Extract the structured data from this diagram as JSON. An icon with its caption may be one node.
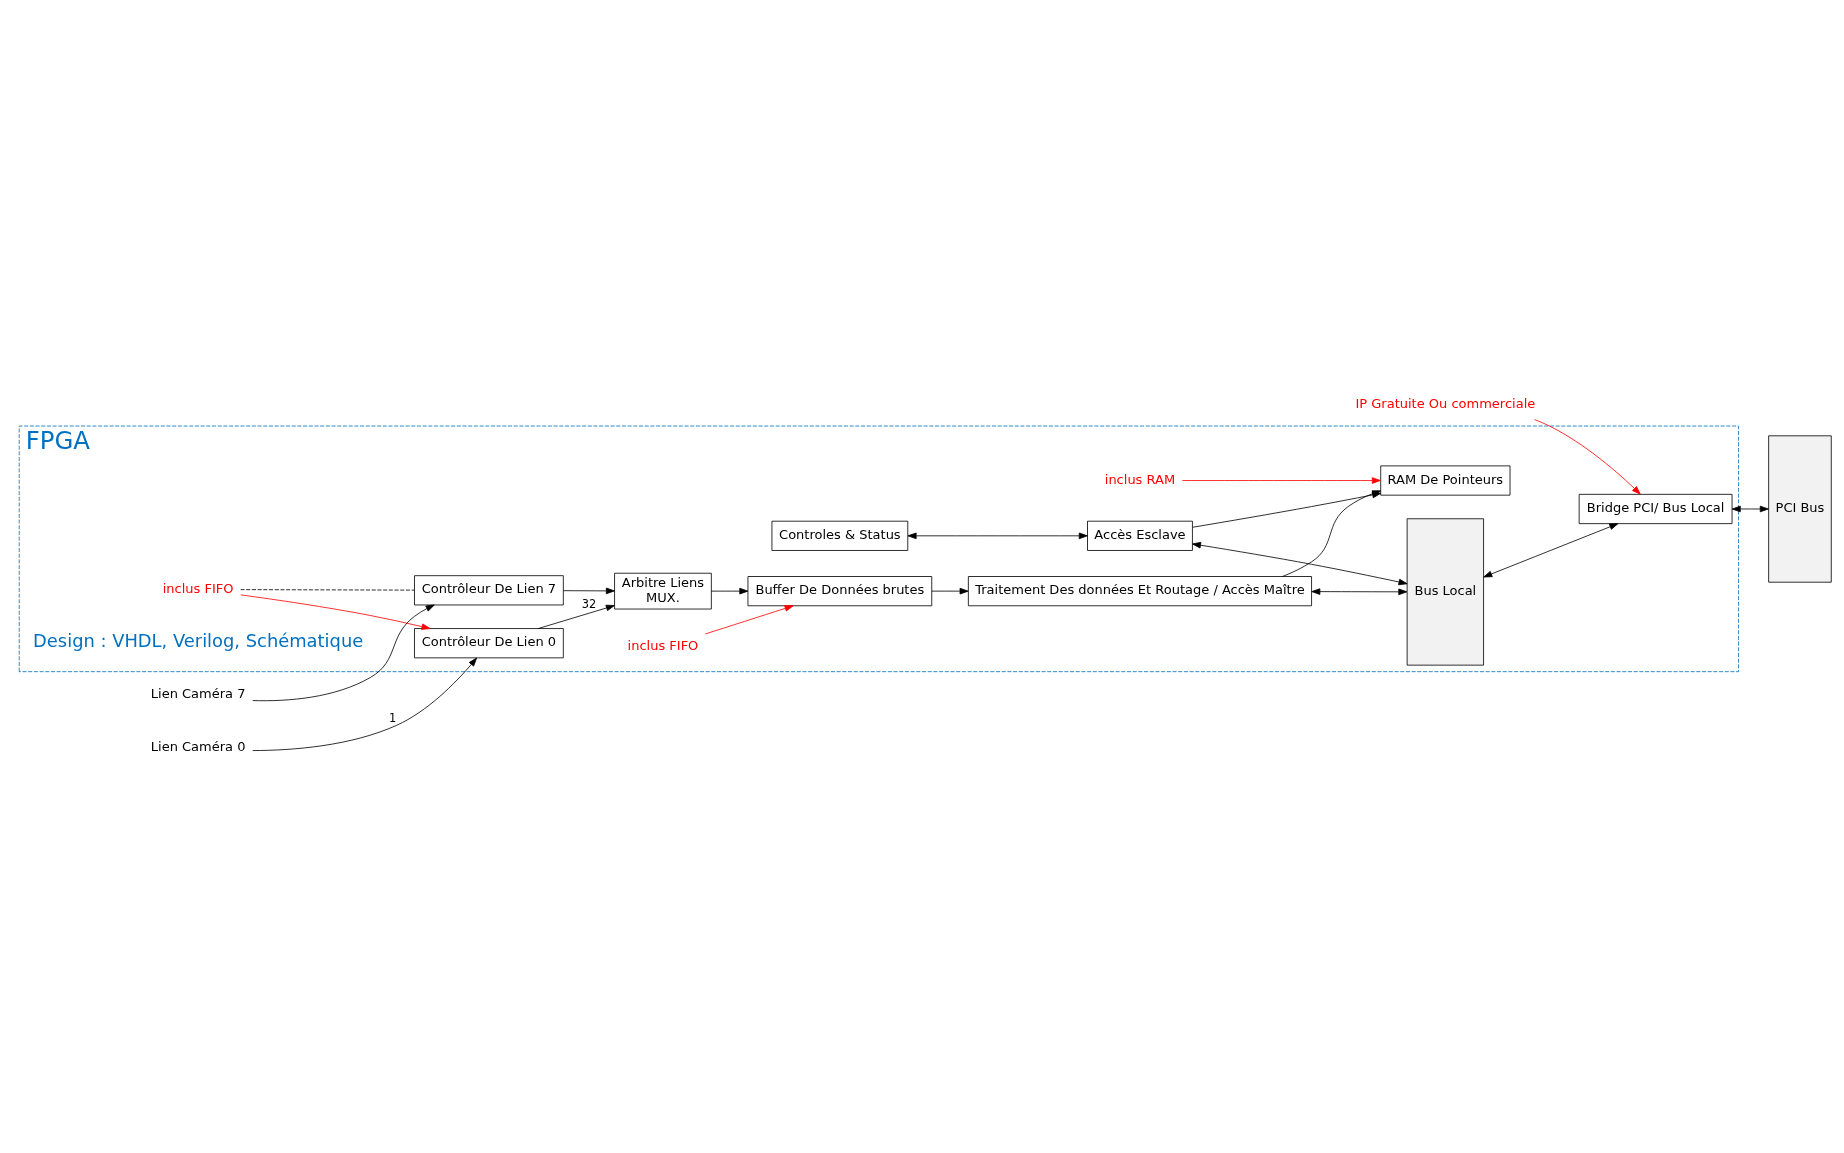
{
  "diagram": {
    "nodes": [
      {
        "text": [
          "FPGA"
        ]
      },
      {
        "text": [
          "Lien Caméra 0"
        ]
      },
      {
        "text": [
          "Contrôleur De Lien 0"
        ],
        "in": 0
      },
      {
        "text": [
          "inclus FIFO"
        ],
        "in": 0
      },
      {
        "text": [
          "Contrôleur De Lien 7"
        ],
        "in": 0
      },
      {
        "text": [
          "Lien Caméra 7"
        ]
      },
      {
        "text": [
          "Arbitre Liens",
          "MUX."
        ],
        "in": 0
      },
      {
        "text": [
          "inclus FIFO"
        ],
        "in": 0
      },
      {
        "text": [
          "Buffer De Données brutes"
        ],
        "in": 0
      },
      {
        "text": [
          "Traitement Des données Et Routage / Accès Maître"
        ],
        "in": 0
      },
      {
        "text": [
          "Bus Local"
        ],
        "in": 0
      },
      {
        "text": [
          "RAM De Pointeurs"
        ],
        "in": 0
      },
      {
        "text": [
          "inclus RAM"
        ],
        "in": 0
      },
      {
        "text": [
          "Controles & Status"
        ],
        "in": 0
      },
      {
        "text": [
          "Accès Esclave"
        ],
        "in": 0
      },
      {
        "text": [
          "Bridge PCI/ Bus Local"
        ],
        "in": 0
      },
      {
        "text": [
          "IP Gratuite Ou commerciale"
        ]
      },
      {
        "text": [
          "PCI Bus"
        ]
      }
    ],
    "edges": [
      {
        "from": 1,
        "to": 2,
        "arrow": "to",
        "label": "1"
      },
      {
        "from": 2,
        "to": 6,
        "arrow": "to",
        "label": "32"
      },
      {
        "from": 3,
        "to": 2,
        "arrow": "to",
        "color": "#ff0000"
      },
      {
        "from": 3,
        "to": 4,
        "arrow": "none",
        "style": "dashed"
      },
      {
        "from": 5,
        "to": 4,
        "arrow": "to"
      },
      {
        "from": 4,
        "to": 6,
        "arrow": "to"
      },
      {
        "from": 6,
        "to": 8,
        "arrow": "to"
      },
      {
        "from": 7,
        "to": 8,
        "arrow": "to",
        "color": "#ff0000"
      },
      {
        "from": 8,
        "to": 9,
        "arrow": "to"
      },
      {
        "from": 9,
        "to": 10,
        "arrow": "both"
      },
      {
        "from": 9,
        "to": 11,
        "arrow": "to"
      },
      {
        "from": 12,
        "to": 11,
        "arrow": "to",
        "color": "#ff0000"
      },
      {
        "from": 13,
        "to": 14,
        "arrow": "both"
      },
      {
        "from": 14,
        "to": 11,
        "arrow": "to"
      },
      {
        "from": 14,
        "to": 10,
        "arrow": "both"
      },
      {
        "from": 10,
        "to": 15,
        "arrow": "both"
      },
      {
        "from": 15,
        "to": 17,
        "arrow": "both"
      },
      {
        "from": 16,
        "to": 15,
        "arrow": "to",
        "color": "#ff0000"
      }
    ],
    "labels": [
      "Design : VHDL, Verilog, Schématique"
    ]
  }
}
